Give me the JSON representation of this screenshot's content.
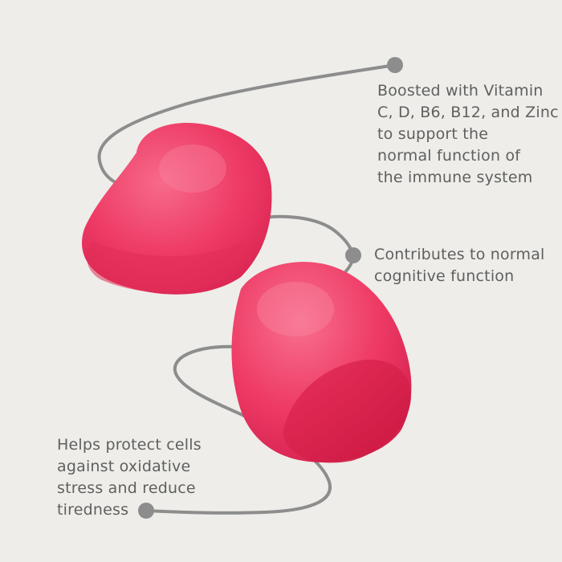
{
  "colors": {
    "background": "#eeede9",
    "text": "#5f605f",
    "line": "#8c8d8c",
    "gummy_light": "#f45478",
    "gummy_mid": "#ea2f5c",
    "gummy_dark": "#cf1c48"
  },
  "callouts": [
    {
      "lines": [
        "Boosted with Vitamin",
        "C, D, B6, B12, and Zinc",
        "to support the",
        "normal function of",
        "the immune system"
      ]
    },
    {
      "lines": [
        "Contributes to normal",
        "cognitive function"
      ]
    },
    {
      "lines": [
        "Helps protect cells",
        "against oxidative",
        "stress and reduce",
        "tiredness"
      ]
    }
  ]
}
